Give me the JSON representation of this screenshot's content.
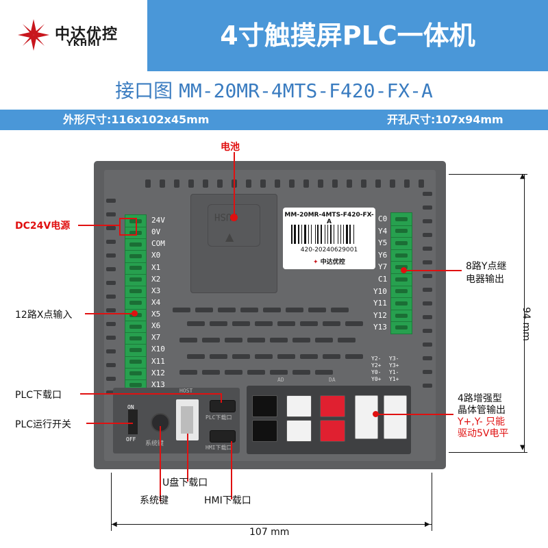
{
  "brand": {
    "name": "中达优控",
    "sub": "YKHMI"
  },
  "header": {
    "title": "4寸触摸屏PLC一体机"
  },
  "subtitle": {
    "prefix": "接口图",
    "model": "MM-20MR-4MTS-F420-FX-A"
  },
  "dimensions": {
    "outer": "外形尺寸:116x102x45mm",
    "cutout": "开孔尺寸:107x94mm",
    "width": "107 mm",
    "height": "94 mm"
  },
  "callouts": {
    "battery": "电池",
    "dc24v": "DC24V电源",
    "x_inputs": "12路X点输入",
    "y_relay_1": "8路Y点继",
    "y_relay_2": "电器输出",
    "plc_download": "PLC下载口",
    "plc_switch": "PLC运行开关",
    "usb_download": "U盘下载口",
    "system_key": "系统键",
    "hmi_download": "HMI下载口",
    "transistor_1": "4路增强型",
    "transistor_2": "晶体管输出",
    "transistor_3": "Y+,Y- 只能",
    "transistor_4": "驱动5V电平"
  },
  "left_terminals": [
    "24V",
    "0V",
    "COM",
    "X0",
    "X1",
    "X2",
    "X3",
    "X4",
    "X5",
    "X6",
    "X7",
    "X10",
    "X11",
    "X12",
    "X13"
  ],
  "right_terminals": [
    "C0",
    "Y4",
    "Y5",
    "Y6",
    "Y7",
    "C1",
    "Y10",
    "Y11",
    "Y12",
    "Y13"
  ],
  "sticker": {
    "model": "MM-20MR-4MTS-F420-FX-A",
    "serial": "420-20240629001",
    "brand": "中达优控"
  },
  "device_labels": {
    "battery_cover": "PUSH",
    "host": "HOST",
    "plc_port": "PLC下载口",
    "hmi_port": "HMI下载口",
    "system_key": "系统键",
    "on": "ON",
    "off": "OFF",
    "ad": "AD",
    "da": "DA",
    "y_pins_1a": "Y2-",
    "y_pins_1b": "Y2+",
    "y_pins_1c": "Y0-",
    "y_pins_1d": "Y0+",
    "y_pins_2a": "Y3-",
    "y_pins_2b": "Y3+",
    "y_pins_2c": "Y1-",
    "y_pins_2d": "Y1+"
  },
  "colors": {
    "accent": "#4a97d8",
    "callout_red": "#e01010",
    "terminal_green": "#27a04f",
    "device_gray": "#5d5e60"
  }
}
